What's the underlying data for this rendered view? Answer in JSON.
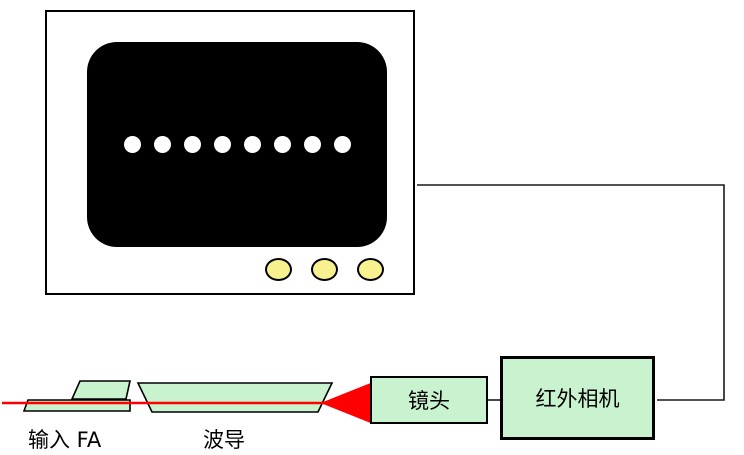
{
  "diagram": {
    "monitor": {
      "screen_dot_count": 8,
      "knob_count": 3
    },
    "components": {
      "input_fa_label": "输入 FA",
      "waveguide_label": "波导",
      "lens_label": "镜头",
      "camera_label": "红外相机"
    },
    "colors": {
      "component_fill": "#c9f2cf",
      "beam": "#ff0000",
      "knob_fill": "#f7f18f",
      "screen": "#000000",
      "wire": "#1a1a1a"
    }
  }
}
